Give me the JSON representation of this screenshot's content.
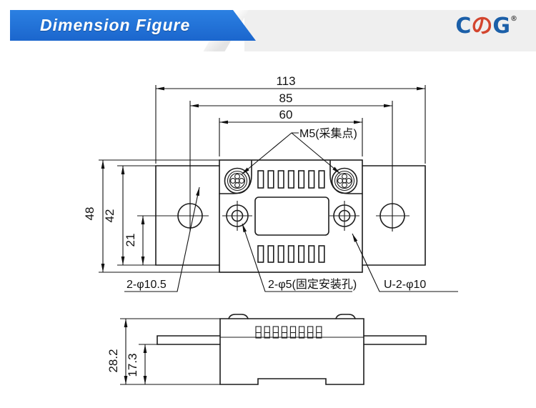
{
  "header": {
    "title": "Dimension Figure",
    "logo": {
      "c": "C",
      "no": "の",
      "g": "G",
      "reg": "®"
    },
    "banner_color": "#1f6fd6",
    "band_color": "#efefef"
  },
  "drawing": {
    "top_view": {
      "dims": {
        "width_overall": "113",
        "width_wing_holes": "85",
        "width_body": "60",
        "height_body": "48",
        "height_wing": "42",
        "height_to_center": "21"
      },
      "labels": {
        "m5_points": "M5(采集点)",
        "wing_holes": "2-φ10.5",
        "mount_holes": "2-φ5(固定安装孔)",
        "counterbore": "U-2-φ10"
      }
    },
    "side_view": {
      "dims": {
        "height_overall": "28.2",
        "height_lower": "17.3"
      }
    }
  }
}
